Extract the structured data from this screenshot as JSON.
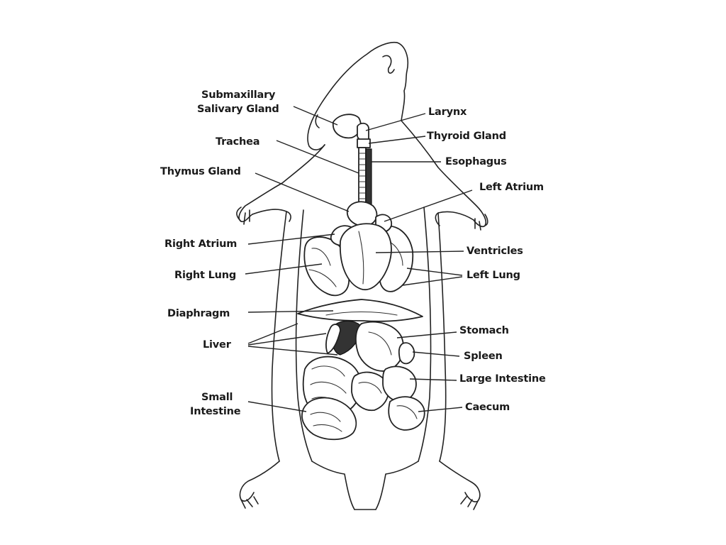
{
  "labels": {
    "submaxillary_1": "Submaxillary",
    "submaxillary_2": "Salivary Gland",
    "trachea": "Trachea",
    "thymus_gland": "Thymus Gland",
    "right_atrium": "Right Atrium",
    "right_lung": "Right Lung",
    "diaphragm": "Diaphragm",
    "liver": "Liver",
    "small_intestine_1": "Small",
    "small_intestine_2": "Intestine",
    "larynx": "Larynx",
    "thyroid_gland": "Thyroid Gland",
    "esophagus": "Esophagus",
    "left_atrium": "Left Atrium",
    "ventricles": "Ventricles",
    "left_lung": "Left Lung",
    "stomach": "Stomach",
    "spleen": "Spleen",
    "large_intestine": "Large Intestine",
    "caecum": "Caecum"
  }
}
